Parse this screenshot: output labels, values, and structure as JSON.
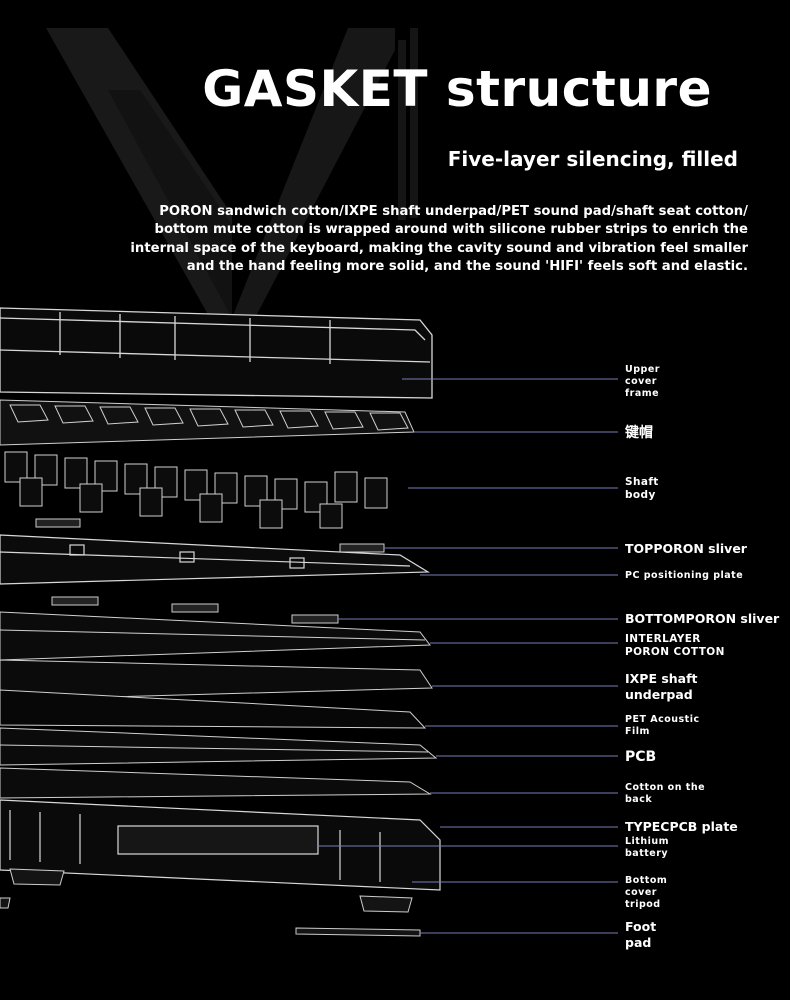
{
  "header": {
    "title": "GASKET structure",
    "subtitle": "Five-layer silencing, filled",
    "description": "PORON sandwich cotton/IXPE shaft underpad/PET sound pad/shaft seat cotton/ bottom mute cotton is wrapped around with silicone rubber strips to enrich the internal space of the keyboard, making the cavity sound and vibration feel smaller and the hand feeling more solid, and the sound 'HIFI' feels soft and elastic."
  },
  "layers": [
    "Upper\ncover\nframe",
    "键帽",
    "Shaft\nbody",
    "TOPPORON sliver",
    "PC positioning plate",
    "BOTTOMPORON sliver",
    "INTERLAYER\nPORON COTTON",
    "IXPE shaft\nunderpad",
    "PET Acoustic\nFilm",
    "PCB",
    "Cotton on the\nback",
    "TYPECPCB plate",
    "Lithium\nbattery",
    "Bottom\ncover\ntripod",
    "Foot\npad"
  ],
  "colors": {
    "background": "#000000",
    "text": "#ffffff",
    "leader_line": "#7a7ab8",
    "outline": "#d8d8d8"
  }
}
